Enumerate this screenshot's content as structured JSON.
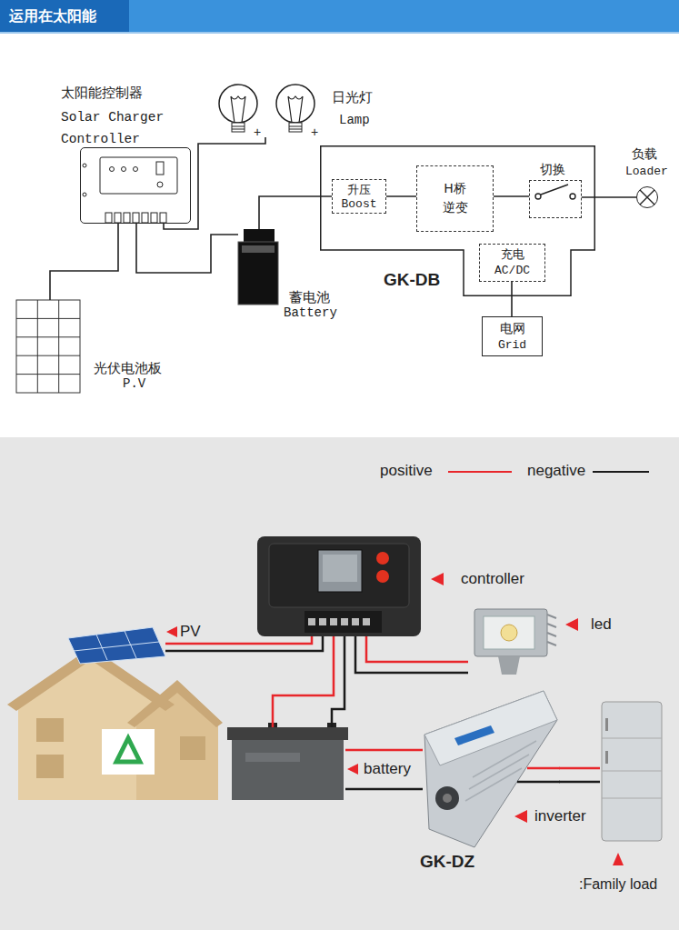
{
  "diagram": {
    "title": "运用在太阳能",
    "nodes": [
      {
        "text": [
          "太阳能控制器",
          "Solar Charger Controller"
        ]
      },
      {
        "text": [
          "日光灯",
          "Lamp"
        ]
      },
      {
        "text": [
          "GK-DB"
        ]
      },
      {
        "text": [
          "升压",
          "Boost"
        ],
        "in": 2
      },
      {
        "text": [
          "H桥",
          "逆变"
        ],
        "in": 2
      },
      {
        "text": [
          "切换"
        ],
        "in": 2
      },
      {
        "text": [
          "充电",
          "AC/DC"
        ],
        "in": 2
      },
      {
        "text": [
          "负载",
          "Loader"
        ]
      },
      {
        "text": [
          "电网",
          "Grid"
        ]
      },
      {
        "text": [
          "蓄电池",
          "Battery"
        ]
      },
      {
        "text": [
          "光伏电池板",
          "P.V"
        ]
      },
      {
        "text": [
          "controller"
        ]
      },
      {
        "text": [
          "PV"
        ]
      },
      {
        "text": [
          "led"
        ]
      },
      {
        "text": [
          "battery"
        ]
      },
      {
        "text": [
          "inverter",
          "GK-DZ"
        ]
      },
      {
        "text": [
          ":Family load"
        ]
      }
    ],
    "edges": [
      {
        "from": 10,
        "to": 0,
        "arrow": "none"
      },
      {
        "from": 0,
        "to": 1,
        "arrow": "none"
      },
      {
        "from": 0,
        "to": 9,
        "arrow": "none"
      },
      {
        "from": 9,
        "to": 3,
        "arrow": "none"
      },
      {
        "from": 3,
        "to": 4,
        "arrow": "none"
      },
      {
        "from": 4,
        "to": 5,
        "arrow": "none"
      },
      {
        "from": 5,
        "to": 7,
        "arrow": "none"
      },
      {
        "from": 6,
        "to": 8,
        "arrow": "none"
      },
      {
        "from": 12,
        "to": 11,
        "arrow": "none"
      },
      {
        "from": 11,
        "to": 14,
        "arrow": "none"
      },
      {
        "from": 11,
        "to": 13,
        "arrow": "none"
      },
      {
        "from": 14,
        "to": 15,
        "arrow": "none"
      },
      {
        "from": 15,
        "to": 16,
        "arrow": "none"
      }
    ],
    "labels": [
      "+",
      "+"
    ],
    "legend": [
      {
        "text": "positive",
        "color": "#e8262b"
      },
      {
        "text": "negative",
        "color": "#1a1a1a"
      }
    ]
  }
}
